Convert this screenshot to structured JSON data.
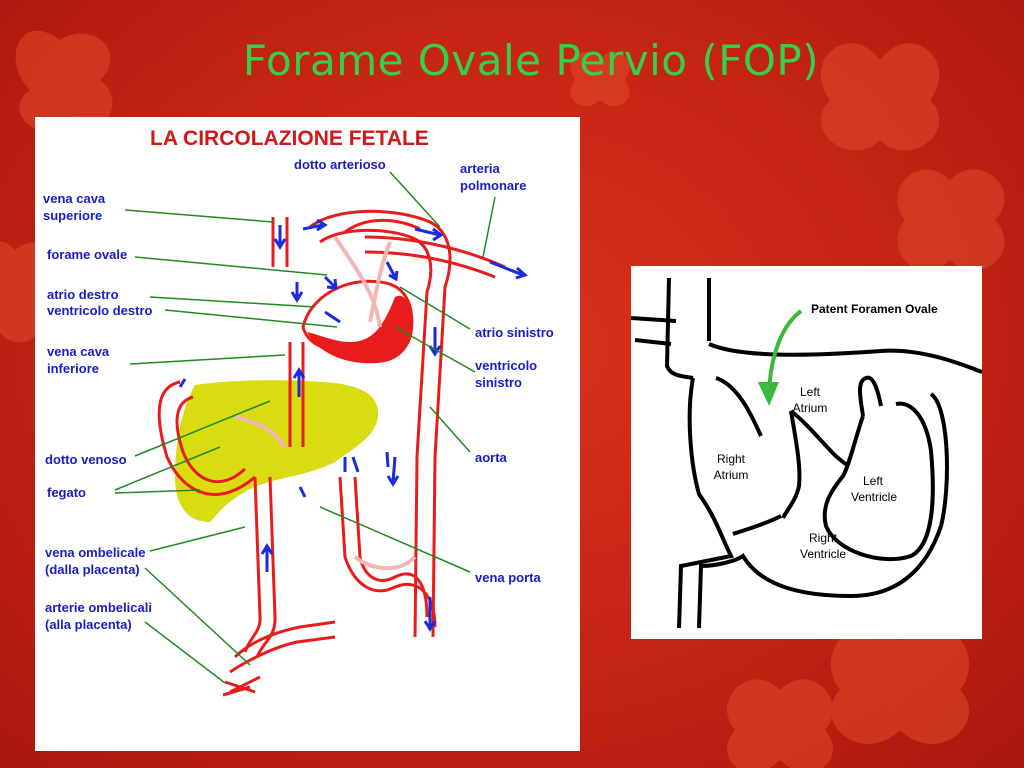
{
  "slide": {
    "title": "Forame Ovale Pervio (FOP)"
  },
  "fetal_circulation": {
    "heading": "LA CIRCOLAZIONE FETALE",
    "labels": {
      "dotto_arterioso": "dotto arterioso",
      "arteria_polmonare": [
        "arteria",
        "polmonare"
      ],
      "vena_cava_superiore": [
        "vena cava",
        "superiore"
      ],
      "forame_ovale": "forame ovale",
      "atrio_destro": "atrio destro",
      "ventricolo_destro": "ventricolo destro",
      "atrio_sinistro": "atrio sinistro",
      "vena_cava_inferiore": [
        "vena cava",
        "inferiore"
      ],
      "ventricolo_sinistro": [
        "ventricolo",
        "sinistro"
      ],
      "dotto_venoso": "dotto venoso",
      "aorta": "aorta",
      "fegato": "fegato",
      "vena_ombelicale": [
        "vena ombelicale",
        "(dalla placenta)"
      ],
      "vena_porta": "vena porta",
      "arterie_ombelicali": [
        "arterie ombelicali",
        "(alla placenta)"
      ]
    },
    "colors": {
      "label": "#1a1ac8",
      "leader": "#1f8a1f",
      "vessel": "#e81c1c",
      "flow": "#1a2adf",
      "liver": "#d8dc10",
      "deoxy": "#f5b5b5"
    }
  },
  "heart_diagram": {
    "labels": {
      "patent_foramen_ovale": "Patent Foramen Ovale",
      "left_atrium": [
        "Left",
        "Atrium"
      ],
      "right_atrium": [
        "Right",
        "Atrium"
      ],
      "left_ventricle": [
        "Left",
        "Ventricle"
      ],
      "right_ventricle": [
        "Right",
        "Ventricle"
      ]
    },
    "colors": {
      "arrow": "#3cb83c",
      "outline": "#000000"
    }
  }
}
